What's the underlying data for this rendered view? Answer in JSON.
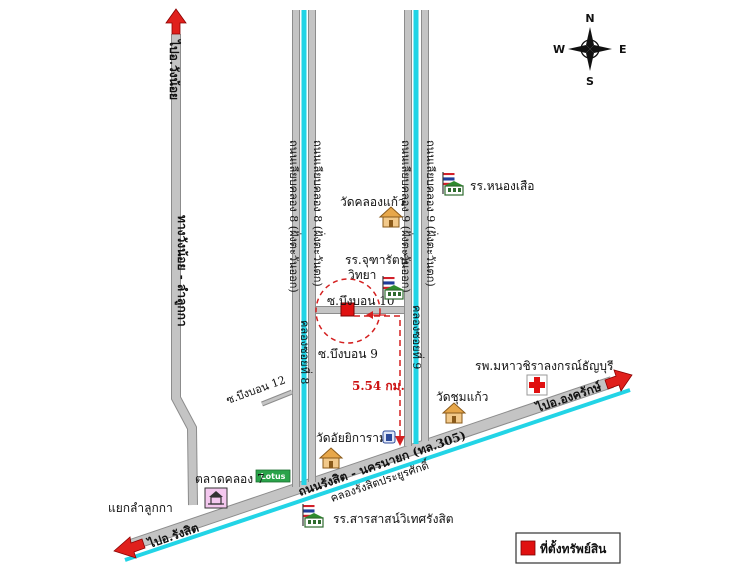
{
  "compass": {
    "n": "N",
    "s": "S",
    "e": "E",
    "w": "W"
  },
  "roads": {
    "to_wang_noi": "ไปอ.วังน้อย",
    "wangnoi_lamlukka": "ทางวังน้อย - ลำลูกกา",
    "lamlukka_junction": "แยกลำลูกกา",
    "to_rangsit": "ไปอ.รังสิต",
    "to_ongkharak": "ไปอ.องครักษ์",
    "rangsit_nakhonnayok": "ถนนรังสิต - นครนายก (ทล.305)",
    "canal_rangsit": "คลองรังสิตประยูรศักดิ์",
    "klong8_east": "ถนนเลียบคลอง 8 (ฝั่งตะวันออก)",
    "klong8_west": "ถนนเลียบคลอง 8 (ฝั่งตะวันตก)",
    "klong9_east": "ถนนเลียบคลอง 9 (ฝั่งตะวันออก)",
    "klong9_west": "ถนนเลียบคลอง 9 (ฝั่งตะวันตก)",
    "klong8": "คลองซอยที่ 8",
    "klong9": "คลองซอยที่ 9",
    "soi_bungbon10": "ซ.บึงบอน 10",
    "soi_bungbon9": "ซ.บึงบอน 9",
    "soi_bungbon12": "ซ.บึงบอน 12"
  },
  "places": {
    "school_nong_suea": "รร.หนองเสือ",
    "wat_klong_kaew": "วัดคลองแก้ว",
    "school_jarat_line1": "รร.จุฑารัตน์",
    "school_jarat_line2": "วิทยา",
    "hospital": "รพ.มหาวชิราลงกรณ์ธัญบุรี",
    "wat_chum_kaew": "วัดชุมแก้ว",
    "wat_aiyikaram": "วัดอัยยิการาม",
    "market_klong7": "ตลาดคลอง 7",
    "lotus": "Lotus",
    "school_sarasas": "รร.สารสาสน์วิเทศรังสิต"
  },
  "distance": "5.54 กม.",
  "legend": {
    "label": "ที่ตั้งทรัพย์สิน"
  },
  "colors": {
    "road": "#bdbdbd",
    "road_edge": "#8c8c8c",
    "canal": "#22d4e6",
    "arrow": "#e0201c",
    "property": "#e01010",
    "route": "#d42020"
  }
}
